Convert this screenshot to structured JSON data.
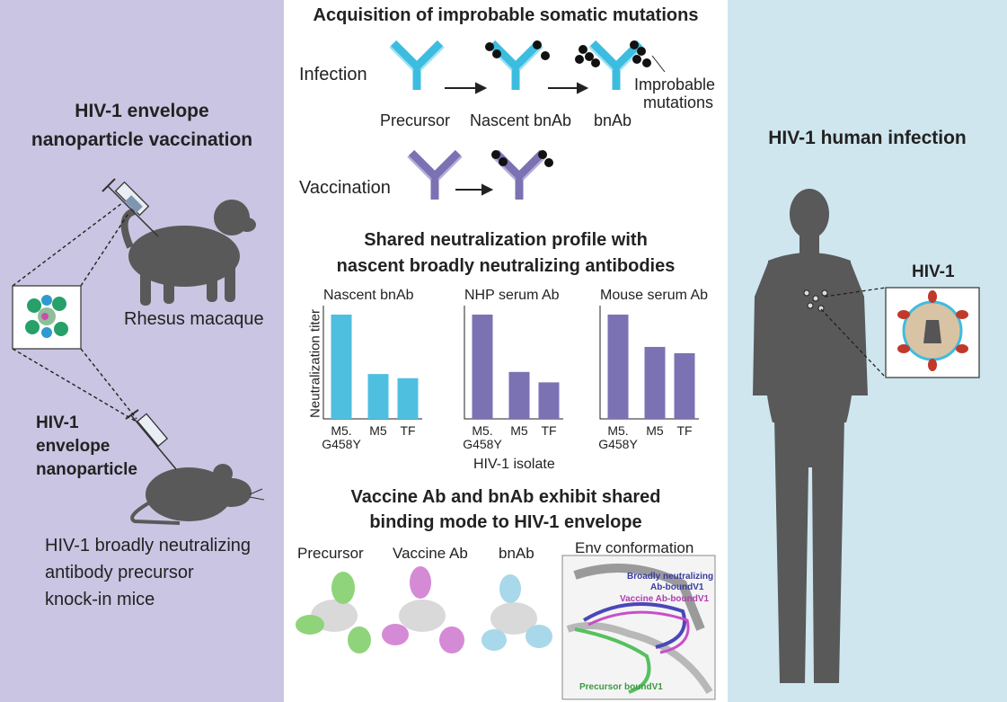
{
  "left": {
    "title_line1": "HIV-1 envelope",
    "title_line2": "nanoparticle vaccination",
    "macaque_label": "Rhesus macaque",
    "np_label_line1": "HIV-1",
    "np_label_line2": "envelope",
    "np_label_line3": "nanoparticle",
    "mice_line1": "HIV-1 broadly neutralizing",
    "mice_line2": "antibody precursor",
    "mice_line3": "knock-in mice"
  },
  "middle": {
    "section1_title": "Acquisition of improbable somatic mutations",
    "infection_label": "Infection",
    "vaccination_label": "Vaccination",
    "precursor_label": "Precursor",
    "nascent_label": "Nascent bnAb",
    "bnab_label": "bnAb",
    "improbable_line1": "Improbable",
    "improbable_line2": "mutations",
    "section2_title_line1": "Shared neutralization profile with",
    "section2_title_line2": "nascent broadly neutralizing antibodies",
    "y_axis_label": "Neutralization titer",
    "x_axis_label": "HIV-1 isolate",
    "section3_title_line1": "Vaccine Ab and bnAb exhibit shared",
    "section3_title_line2": "binding mode to HIV-1 envelope",
    "struct_precursor": "Precursor",
    "struct_vaccine": "Vaccine Ab",
    "struct_bnab": "bnAb",
    "env_conformation": "Env conformation",
    "env_legend_bn_line1": "Broadly neutralizing",
    "env_legend_bn_line2": "Ab-boundV1",
    "env_legend_vac": "Vaccine Ab-boundV1",
    "env_legend_pre": "Precursor boundV1"
  },
  "right": {
    "title": "HIV-1 human infection",
    "virus_label": "HIV-1"
  },
  "colors": {
    "left_bg": "#c9c5e2",
    "right_bg": "#cfe6ef",
    "infection_blue": "#3cbde0",
    "vaccine_purple": "#7b72b4",
    "silhouette": "#555555"
  },
  "chart_data": [
    {
      "type": "bar",
      "title": "Nascent bnAb",
      "ylabel": "Neutralization titer",
      "categories": [
        "M5.\nG458Y",
        "M5",
        "TF"
      ],
      "values": [
        1.0,
        0.43,
        0.39
      ],
      "color": "#4fbfe0"
    },
    {
      "type": "bar",
      "title": "NHP serum Ab",
      "xlabel": "HIV-1 isolate",
      "categories": [
        "M5.\nG458Y",
        "M5",
        "TF"
      ],
      "values": [
        1.0,
        0.45,
        0.35
      ],
      "color": "#7b72b4"
    },
    {
      "type": "bar",
      "title": "Mouse serum Ab",
      "categories": [
        "M5.\nG458Y",
        "M5",
        "TF"
      ],
      "values": [
        1.0,
        0.69,
        0.63
      ],
      "color": "#7b72b4"
    }
  ]
}
